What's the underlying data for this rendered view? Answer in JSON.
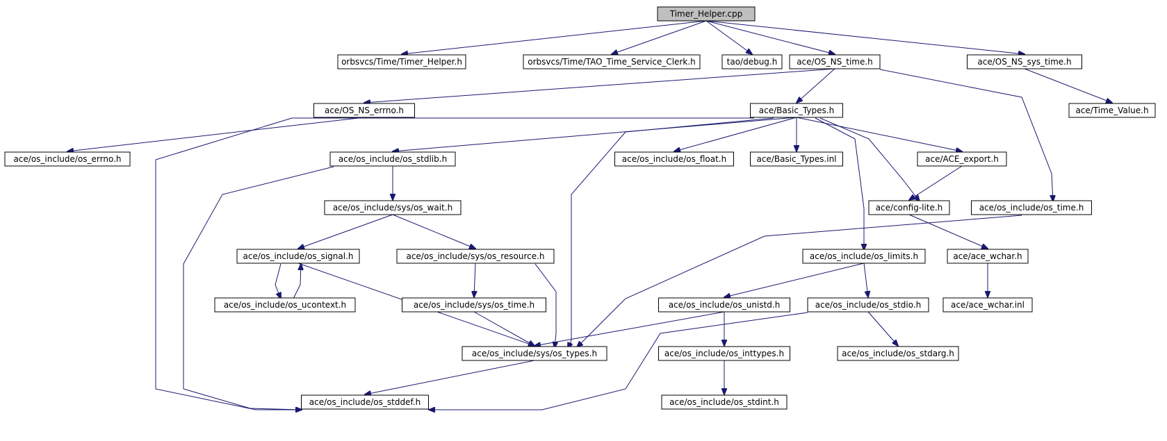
{
  "diagram": {
    "type": "include-dependency-graph",
    "edge_color": "#191970",
    "root_fill": "#bfbfbf",
    "nodes": [
      {
        "id": "timer_helper_cpp",
        "label": "Timer_Helper.cpp",
        "root": true
      },
      {
        "id": "orb_timer_helper",
        "label": "orbsvcs/Time/Timer_Helper.h"
      },
      {
        "id": "orb_tao_clerk",
        "label": "orbsvcs/Time/TAO_Time_Service_Clerk.h"
      },
      {
        "id": "tao_debug",
        "label": "tao/debug.h"
      },
      {
        "id": "os_ns_time",
        "label": "ace/OS_NS_time.h"
      },
      {
        "id": "os_ns_sys_time",
        "label": "ace/OS_NS_sys_time.h"
      },
      {
        "id": "os_ns_errno",
        "label": "ace/OS_NS_errno.h"
      },
      {
        "id": "basic_types",
        "label": "ace/Basic_Types.h"
      },
      {
        "id": "time_value",
        "label": "ace/Time_Value.h"
      },
      {
        "id": "os_errno",
        "label": "ace/os_include/os_errno.h"
      },
      {
        "id": "os_stdlib",
        "label": "ace/os_include/os_stdlib.h"
      },
      {
        "id": "os_float",
        "label": "ace/os_include/os_float.h"
      },
      {
        "id": "basic_types_inl",
        "label": "ace/Basic_Types.inl"
      },
      {
        "id": "ace_export",
        "label": "ace/ACE_export.h"
      },
      {
        "id": "os_wait",
        "label": "ace/os_include/sys/os_wait.h"
      },
      {
        "id": "config_lite",
        "label": "ace/config-lite.h"
      },
      {
        "id": "os_time",
        "label": "ace/os_include/os_time.h"
      },
      {
        "id": "os_signal",
        "label": "ace/os_include/os_signal.h"
      },
      {
        "id": "os_resource",
        "label": "ace/os_include/sys/os_resource.h"
      },
      {
        "id": "os_limits",
        "label": "ace/os_include/os_limits.h"
      },
      {
        "id": "ace_wchar",
        "label": "ace/ace_wchar.h"
      },
      {
        "id": "os_ucontext",
        "label": "ace/os_include/os_ucontext.h"
      },
      {
        "id": "sys_os_time",
        "label": "ace/os_include/sys/os_time.h"
      },
      {
        "id": "os_unistd",
        "label": "ace/os_include/os_unistd.h"
      },
      {
        "id": "os_stdio",
        "label": "ace/os_include/os_stdio.h"
      },
      {
        "id": "ace_wchar_inl",
        "label": "ace/ace_wchar.inl"
      },
      {
        "id": "sys_os_types",
        "label": "ace/os_include/sys/os_types.h"
      },
      {
        "id": "os_inttypes",
        "label": "ace/os_include/os_inttypes.h"
      },
      {
        "id": "os_stdarg",
        "label": "ace/os_include/os_stdarg.h"
      },
      {
        "id": "os_stddef",
        "label": "ace/os_include/os_stddef.h"
      },
      {
        "id": "os_stdint",
        "label": "ace/os_include/os_stdint.h"
      }
    ],
    "edges": [
      [
        "timer_helper_cpp",
        "orb_timer_helper"
      ],
      [
        "timer_helper_cpp",
        "orb_tao_clerk"
      ],
      [
        "timer_helper_cpp",
        "tao_debug"
      ],
      [
        "timer_helper_cpp",
        "os_ns_time"
      ],
      [
        "timer_helper_cpp",
        "os_ns_sys_time"
      ],
      [
        "os_ns_time",
        "os_ns_errno"
      ],
      [
        "os_ns_time",
        "basic_types"
      ],
      [
        "os_ns_time",
        "os_time"
      ],
      [
        "os_ns_sys_time",
        "time_value"
      ],
      [
        "os_ns_errno",
        "os_errno"
      ],
      [
        "basic_types",
        "os_stdlib"
      ],
      [
        "basic_types",
        "os_float"
      ],
      [
        "basic_types",
        "basic_types_inl"
      ],
      [
        "basic_types",
        "ace_export"
      ],
      [
        "basic_types",
        "config_lite"
      ],
      [
        "basic_types",
        "os_limits"
      ],
      [
        "basic_types",
        "sys_os_types"
      ],
      [
        "basic_types",
        "os_stddef"
      ],
      [
        "ace_export",
        "config_lite"
      ],
      [
        "config_lite",
        "ace_wchar"
      ],
      [
        "ace_wchar",
        "ace_wchar_inl"
      ],
      [
        "os_stdlib",
        "os_wait"
      ],
      [
        "os_stdlib",
        "os_stddef"
      ],
      [
        "os_wait",
        "os_signal"
      ],
      [
        "os_wait",
        "os_resource"
      ],
      [
        "os_signal",
        "os_ucontext"
      ],
      [
        "os_ucontext",
        "os_signal"
      ],
      [
        "os_signal",
        "sys_os_types"
      ],
      [
        "os_resource",
        "sys_os_time"
      ],
      [
        "os_resource",
        "sys_os_types"
      ],
      [
        "sys_os_time",
        "sys_os_types"
      ],
      [
        "os_time",
        "sys_os_types"
      ],
      [
        "os_limits",
        "os_unistd"
      ],
      [
        "os_limits",
        "os_stdio"
      ],
      [
        "os_unistd",
        "sys_os_types"
      ],
      [
        "os_unistd",
        "os_inttypes"
      ],
      [
        "os_inttypes",
        "os_stdint"
      ],
      [
        "os_stdio",
        "os_stdarg"
      ],
      [
        "os_stdio",
        "os_stddef"
      ],
      [
        "sys_os_types",
        "os_stddef"
      ]
    ]
  }
}
